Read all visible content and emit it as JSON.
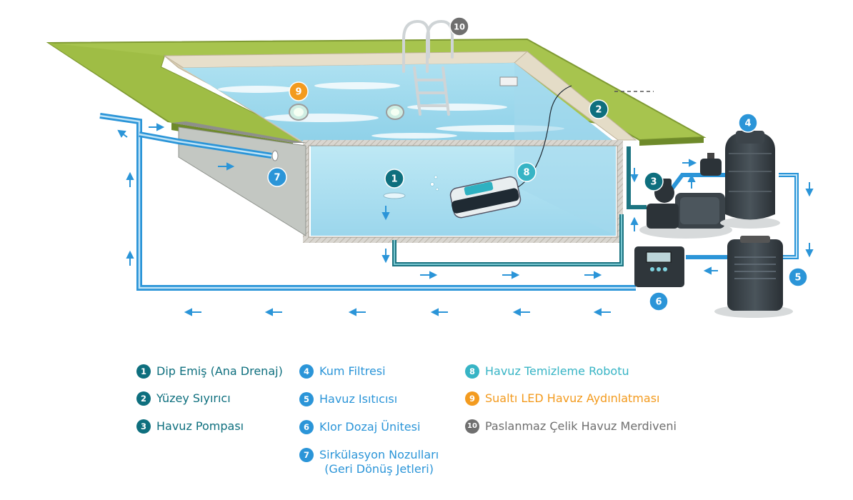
{
  "colors": {
    "dark_teal": "#0e6f7e",
    "blue": "#2b95d8",
    "teal_light": "#37b4c5",
    "orange": "#f39b1f",
    "gray": "#6f6f6f",
    "grass": "#a7c44e",
    "water": "#b7e6f4",
    "pipe": "#2b95d8",
    "pipe_dark": "#1c7481"
  },
  "markers": [
    "1",
    "2",
    "3",
    "4",
    "5",
    "6",
    "7",
    "8",
    "9",
    "10"
  ],
  "legend": {
    "col1": [
      {
        "num": "1",
        "label": "Dip Emiş (Ana Drenaj)"
      },
      {
        "num": "2",
        "label": "Yüzey Sıyırıcı"
      },
      {
        "num": "3",
        "label": "Havuz Pompası"
      }
    ],
    "col2": [
      {
        "num": "4",
        "label": "Kum Filtresi"
      },
      {
        "num": "5",
        "label": "Havuz Isıtıcısı"
      },
      {
        "num": "6",
        "label": "Klor Dozaj Ünitesi"
      },
      {
        "num": "7",
        "label": "Sirkülasyon Nozulları",
        "sub": "(Geri Dönüş Jetleri)"
      }
    ],
    "col3": [
      {
        "num": "8",
        "label": "Havuz Temizleme Robotu"
      },
      {
        "num": "9",
        "label": "Sualtı LED Havuz Aydınlatması"
      },
      {
        "num": "10",
        "label": "Paslanmaz Çelik Havuz Merdiveni"
      }
    ]
  }
}
